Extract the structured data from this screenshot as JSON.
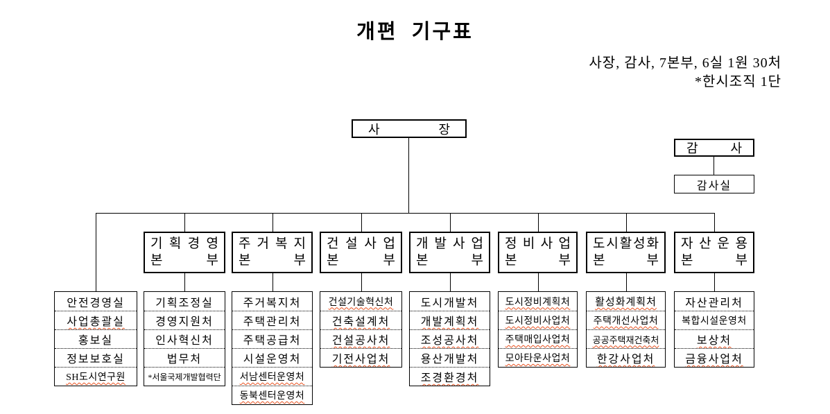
{
  "page": {
    "title": "개편 기구표",
    "summary_line1": "사장, 감사, 7본부, 6실 1원 30처",
    "summary_line2": "*한시조직 1단"
  },
  "ceo": {
    "label": "사장"
  },
  "audit": {
    "label": "감사",
    "office_label": "감사실"
  },
  "columns": [
    {
      "id": "staff-offices",
      "header": null,
      "items": [
        {
          "label": "안전경영실",
          "sp": false
        },
        {
          "label": "사업총괄실",
          "sp": true
        },
        {
          "label": "홍보실",
          "sp": false
        },
        {
          "label": "정보보호실",
          "sp": false
        },
        {
          "label": "SH도시연구원",
          "sp": true
        }
      ]
    },
    {
      "id": "planning-management",
      "header": {
        "name": "기획경영",
        "suffix": "본부"
      },
      "items": [
        {
          "label": "기획조정실",
          "sp": false
        },
        {
          "label": "경영지원처",
          "sp": false
        },
        {
          "label": "인사혁신처",
          "sp": false
        },
        {
          "label": "법무처",
          "sp": false
        },
        {
          "label": "*서울국제개발협력단",
          "sp": false
        }
      ]
    },
    {
      "id": "housing-welfare",
      "header": {
        "name": "주거복지",
        "suffix": "본부"
      },
      "items": [
        {
          "label": "주거복지처",
          "sp": false
        },
        {
          "label": "주택관리처",
          "sp": false
        },
        {
          "label": "주택공급처",
          "sp": false
        },
        {
          "label": "시설운영처",
          "sp": false
        },
        {
          "label": "서남센터운영처",
          "sp": true
        },
        {
          "label": "동북센터운영처",
          "sp": true
        }
      ]
    },
    {
      "id": "construction",
      "header": {
        "name": "건설사업",
        "suffix": "본부"
      },
      "items": [
        {
          "label": "건설기술혁신처",
          "sp": true
        },
        {
          "label": "건축설계처",
          "sp": true
        },
        {
          "label": "건설공사처",
          "sp": true
        },
        {
          "label": "기전사업처",
          "sp": true
        }
      ]
    },
    {
      "id": "development",
      "header": {
        "name": "개발사업",
        "suffix": "본부"
      },
      "items": [
        {
          "label": "도시개발처",
          "sp": false
        },
        {
          "label": "개발계획처",
          "sp": true
        },
        {
          "label": "조성공사처",
          "sp": true
        },
        {
          "label": "용산개발처",
          "sp": false
        },
        {
          "label": "조경환경처",
          "sp": true
        }
      ]
    },
    {
      "id": "redevelopment",
      "header": {
        "name": "정비사업",
        "suffix": "본부"
      },
      "items": [
        {
          "label": "도시정비계획처",
          "sp": true
        },
        {
          "label": "도시정비사업처",
          "sp": true
        },
        {
          "label": "주택매입사업처",
          "sp": true
        },
        {
          "label": "모아타운사업처",
          "sp": true
        }
      ]
    },
    {
      "id": "urban-revitalization",
      "header": {
        "name": "도시활성화",
        "suffix": "본부"
      },
      "items": [
        {
          "label": "활성화계획처",
          "sp": true
        },
        {
          "label": "주택개선사업처",
          "sp": true
        },
        {
          "label": "공공주택재건축처",
          "sp": true
        },
        {
          "label": "한강사업처",
          "sp": true
        }
      ]
    },
    {
      "id": "asset-management",
      "header": {
        "name": "자산운용",
        "suffix": "본부"
      },
      "items": [
        {
          "label": "자산관리처",
          "sp": false
        },
        {
          "label": "복합시설운영처",
          "sp": false
        },
        {
          "label": "보상처",
          "sp": true
        },
        {
          "label": "금융사업처",
          "sp": true
        }
      ]
    }
  ],
  "colors": {
    "background": "#ffffff",
    "text": "#000000",
    "line": "#000000",
    "misspell_underline": "#e8501e"
  }
}
